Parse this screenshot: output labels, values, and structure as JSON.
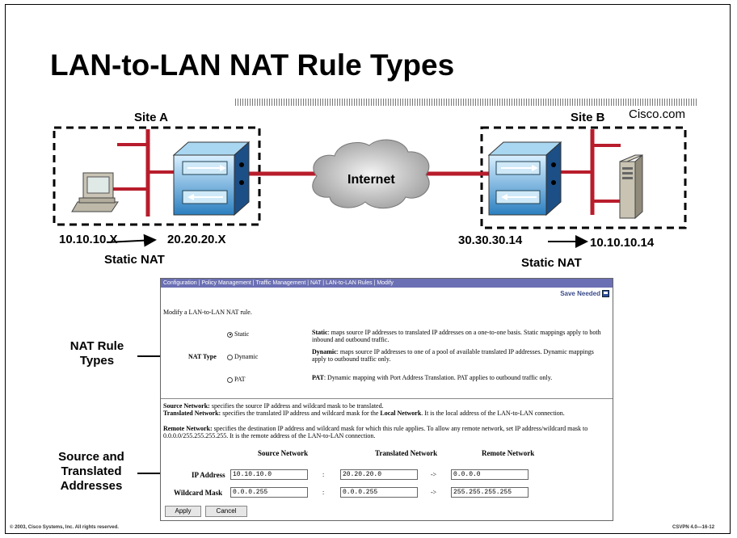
{
  "slide": {
    "title": "LAN-to-LAN NAT Rule Types",
    "brand": "Cisco.com",
    "footer_left": "© 2003, Cisco Systems, Inc. All rights reserved.",
    "footer_right": "CSVPN 4.0—16-12"
  },
  "diagram": {
    "site_a_label": "Site A",
    "site_b_label": "Site B",
    "cloud_label": "Internet",
    "site_a_ip_from": "10.10.10.X",
    "site_a_ip_to": "20.20.20.X",
    "site_b_ip_from": "30.30.30.14",
    "site_b_ip_to": "10.10.10.14",
    "site_a_nat": "Static NAT",
    "site_b_nat": "Static NAT"
  },
  "callouts": {
    "nat_rule_types": "NAT Rule Types",
    "source_translated": "Source and Translated Addresses"
  },
  "window": {
    "breadcrumb": "Configuration | Policy Management | Traffic Management | NAT | LAN-to-LAN Rules | Modify",
    "save_needed": "Save Needed",
    "intro": "Modify a LAN-to-LAN NAT rule.",
    "nat_type_label": "NAT Type",
    "options": {
      "static": "Static",
      "dynamic": "Dynamic",
      "pat": "PAT"
    },
    "desc": {
      "static_title": "Static",
      "static_text": ": maps source IP addresses to translated IP addresses on a one-to-one basis. Static mappings apply to both inbound and outbound traffic.",
      "dynamic_title": "Dynamic",
      "dynamic_text": ": maps source IP addresses to one of a pool of available translated IP addresses. Dynamic mappings apply to outbound traffic only.",
      "pat_title": "PAT",
      "pat_text": ": Dynamic mapping with Port Address Translation. PAT applies to outbound traffic only."
    },
    "help": {
      "source_title": "Source Network:",
      "source_text": " specifies the source IP address and wildcard mask to be translated.",
      "translated_title": "Translated Network:",
      "translated_text_a": " specifies the translated IP address and wildcard mask for the ",
      "translated_bold": "Local Network",
      "translated_text_b": ". It is the local address of the LAN-to-LAN connection.",
      "remote_title": "Remote Network:",
      "remote_text": " specifies the destination IP address and wildcard mask for which this rule applies. To allow any remote network, set IP address/wildcard mask to 0.0.0.0/255.255.255.255. It is the remote address of the LAN-to-LAN connection."
    },
    "columns": [
      "Source Network",
      "Translated Network",
      "Remote Network"
    ],
    "rows": {
      "ip_label": "IP Address",
      "mask_label": "Wildcard Mask",
      "sep_colon": ":",
      "sep_arrow": "->"
    },
    "values": {
      "src_ip": "10.10.10.0",
      "src_mask": "0.0.0.255",
      "trans_ip": "20.20.20.0",
      "trans_mask": "0.0.0.255",
      "remote_ip": "0.0.0.0",
      "remote_mask": "255.255.255.255"
    },
    "buttons": {
      "apply": "Apply",
      "cancel": "Cancel"
    }
  }
}
